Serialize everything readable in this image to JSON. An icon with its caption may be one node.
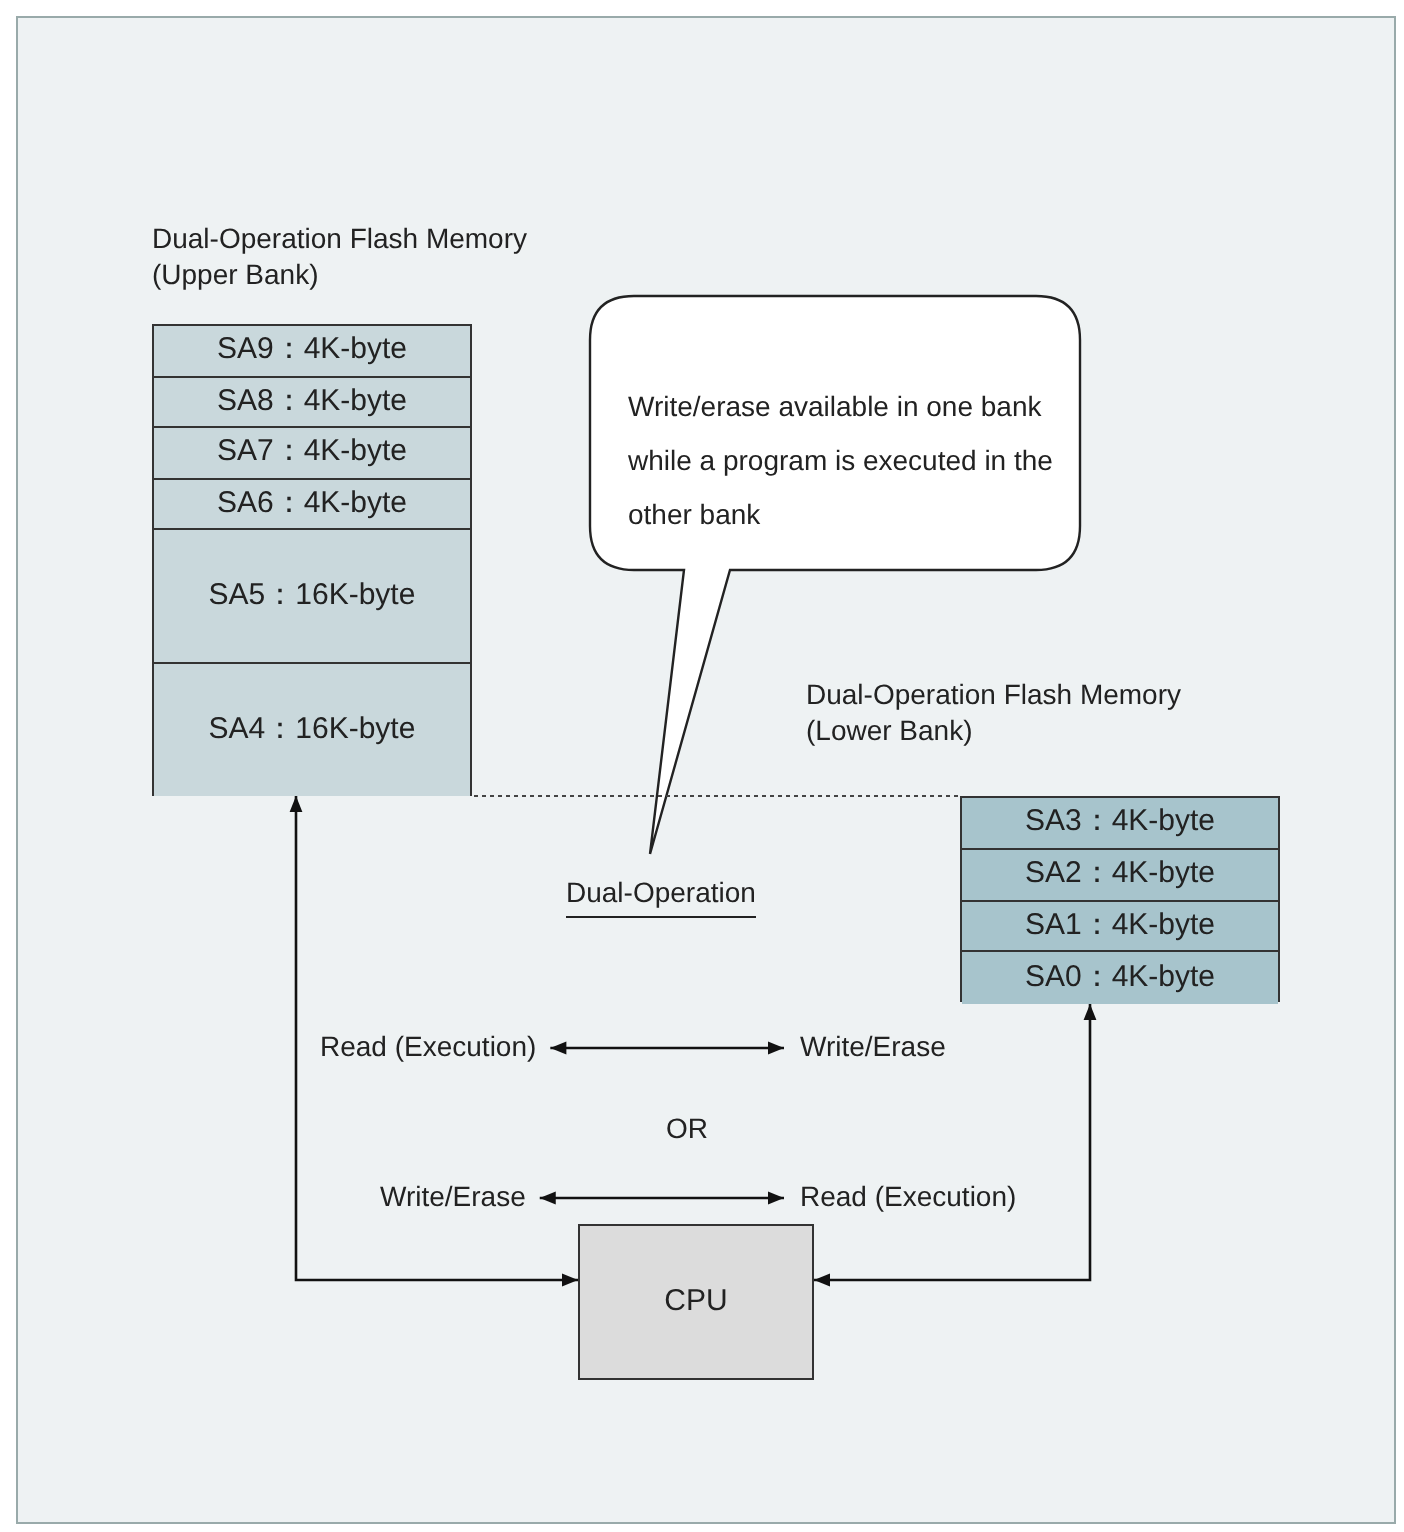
{
  "diagram": {
    "nodes": [
      {
        "text": [
          "Dual-Operation Flash Memory (Upper Bank)"
        ]
      },
      {
        "text": [
          "SA9：4K-byte"
        ],
        "in": 0
      },
      {
        "text": [
          "SA8：4K-byte"
        ],
        "in": 0
      },
      {
        "text": [
          "SA7：4K-byte"
        ],
        "in": 0
      },
      {
        "text": [
          "SA6：4K-byte"
        ],
        "in": 0
      },
      {
        "text": [
          "SA5：16K-byte"
        ],
        "in": 0
      },
      {
        "text": [
          "SA4：16K-byte"
        ],
        "in": 0
      },
      {
        "text": [
          "Write/erase available in one bank while a program is executed in the other bank"
        ]
      },
      {
        "text": [
          "Dual-Operation Flash Memory (Lower Bank)"
        ]
      },
      {
        "text": [
          "SA3：4K-byte"
        ],
        "in": 8
      },
      {
        "text": [
          "SA2：4K-byte"
        ],
        "in": 8
      },
      {
        "text": [
          "SA1：4K-byte"
        ],
        "in": 8
      },
      {
        "text": [
          "SA0：4K-byte"
        ],
        "in": 8
      },
      {
        "text": [
          "Read (Execution)"
        ]
      },
      {
        "text": [
          "Write/Erase"
        ]
      },
      {
        "text": [
          "Write/Erase"
        ]
      },
      {
        "text": [
          "Read (Execution)"
        ]
      },
      {
        "text": [
          "CPU"
        ]
      }
    ],
    "edges": [
      {
        "from": 0,
        "to": 17,
        "arrow": "both"
      },
      {
        "from": 17,
        "to": 8,
        "arrow": "both"
      },
      {
        "from": 13,
        "to": 14,
        "arrow": "both"
      },
      {
        "from": 15,
        "to": 16,
        "arrow": "both"
      }
    ],
    "labels": [
      "Dual-Operation",
      "OR"
    ]
  }
}
